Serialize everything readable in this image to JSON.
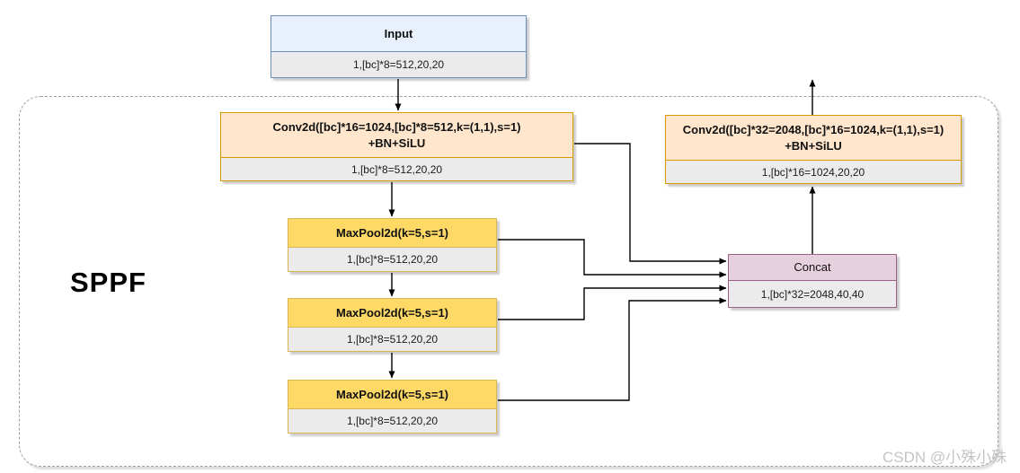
{
  "diagram": {
    "module_label": "SPPF",
    "watermark": "CSDN @小殊小殊",
    "colors": {
      "input_fill": "#e7f0fc",
      "input_border": "#6c8ebf",
      "conv_fill": "#ffe6cc",
      "conv_border": "#d79b00",
      "maxpool_fill": "#ffd966",
      "maxpool_border": "#d6b656",
      "concat_fill": "#e6d0de",
      "concat_border": "#996185",
      "dim_fill": "#ebebeb",
      "edge_color": "#000000",
      "frame_border": "#9e9e9e"
    },
    "nodes": {
      "input": {
        "title": "Input",
        "dim": "1,[bc]*8=512,20,20"
      },
      "conv1": {
        "title": "Conv2d([bc]*16=1024,[bc]*8=512,k=(1,1),s=1)",
        "title2": "+BN+SiLU",
        "dim": "1,[bc]*8=512,20,20"
      },
      "maxpool1": {
        "title": "MaxPool2d(k=5,s=1)",
        "dim": "1,[bc]*8=512,20,20"
      },
      "maxpool2": {
        "title": "MaxPool2d(k=5,s=1)",
        "dim": "1,[bc]*8=512,20,20"
      },
      "maxpool3": {
        "title": "MaxPool2d(k=5,s=1)",
        "dim": "1,[bc]*8=512,20,20"
      },
      "concat": {
        "title": "Concat",
        "dim": "1,[bc]*32=2048,40,40"
      },
      "conv2": {
        "title": "Conv2d([bc]*32=2048,[bc]*16=1024,k=(1,1),s=1)",
        "title2": "+BN+SiLU",
        "dim": "1,[bc]*16=1024,20,20"
      }
    },
    "edges": [
      "input -> conv1",
      "conv1 -> maxpool1",
      "maxpool1 -> maxpool2",
      "maxpool2 -> maxpool3",
      "conv1 -> concat",
      "maxpool1 -> concat",
      "maxpool2 -> concat",
      "maxpool3 -> concat",
      "concat -> conv2",
      "conv2 -> output"
    ]
  }
}
